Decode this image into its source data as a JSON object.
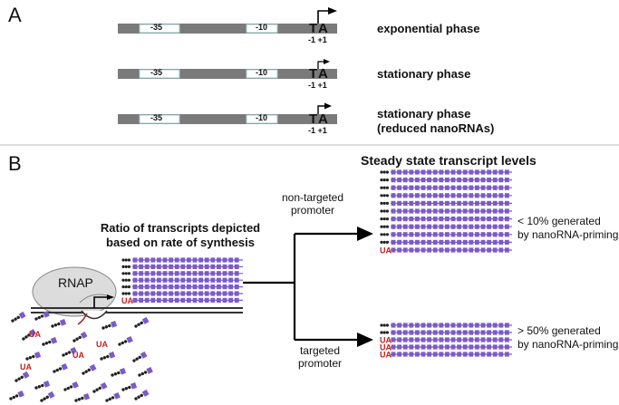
{
  "panel_a": {
    "label": "A",
    "box_minus35": "-35",
    "box_minus10": "-10",
    "nt_T": "T",
    "nt_A": "A",
    "pos_label": "-1 +1",
    "rows": [
      {
        "phase": "exponential phase"
      },
      {
        "phase": "stationary phase"
      },
      {
        "phase_line1": "stationary phase",
        "phase_line2": "(reduced nanoRNAs)"
      }
    ]
  },
  "panel_b": {
    "label": "B",
    "title": "Steady state transcript levels",
    "ratio_line1": "Ratio of transcripts depicted",
    "ratio_line2": "based on rate of synthesis",
    "rnap": "RNAP",
    "ua": "UA",
    "nontargeted_line1": "non-targeted",
    "nontargeted_line2": "promoter",
    "targeted_line1": "targeted",
    "targeted_line2": "promoter",
    "nontargeted_pct_line1": "< 10% generated",
    "nontargeted_pct_line2": "by nanoRNA-priming",
    "targeted_pct_line1": "> 50% generated",
    "targeted_pct_line2": "by nanoRNA-priming"
  },
  "colors": {
    "dna_bar": "#7a7a7a",
    "box_fill": "#ffffff",
    "box_border": "#9fc9c9",
    "transcript": "#7b5bc7",
    "ua_red": "#c42020",
    "rnap_fill": "#dcdcdc"
  }
}
